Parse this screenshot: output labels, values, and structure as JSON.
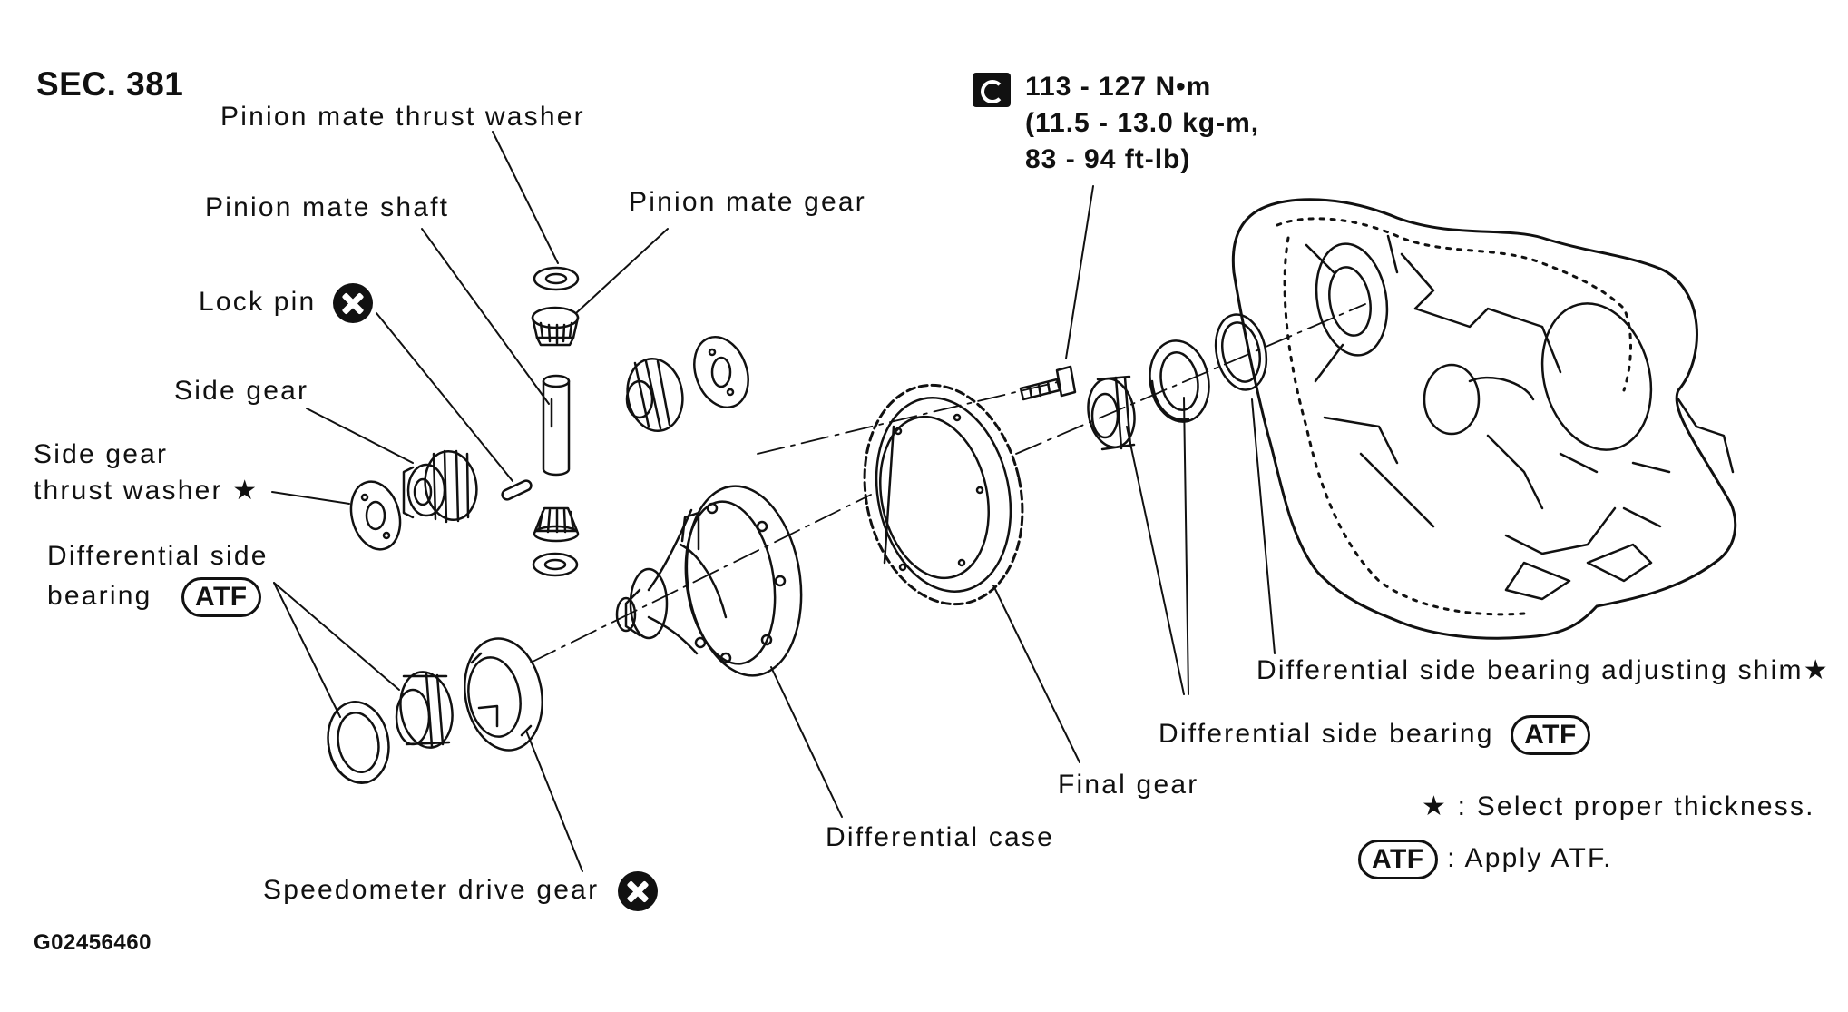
{
  "section": "SEC. 381",
  "figure_code": "G02456460",
  "torque": {
    "line1": "113 - 127 N•m",
    "line2": "(11.5 - 13.0 kg-m,",
    "line3": "83 - 94 ft-lb)"
  },
  "labels": {
    "pinion_mate_thrust_washer": "Pinion mate thrust washer",
    "pinion_mate_shaft": "Pinion mate shaft",
    "pinion_mate_gear": "Pinion mate gear",
    "lock_pin": "Lock pin",
    "side_gear": "Side gear",
    "side_gear_thrust_washer_1": "Side gear",
    "side_gear_thrust_washer_2": "thrust washer",
    "diff_side_bearing_left_1": "Differential side",
    "diff_side_bearing_left_2": "bearing",
    "speedometer_drive_gear": "Speedometer drive gear",
    "differential_case": "Differential case",
    "final_gear": "Final gear",
    "diff_side_bearing_right": "Differential side bearing",
    "diff_side_bearing_adjusting_shim": "Differential side bearing adjusting shim"
  },
  "symbols": {
    "star": "★",
    "atf": "ATF"
  },
  "legend": {
    "star_text": ": Select proper thickness.",
    "atf_text": ": Apply ATF."
  }
}
